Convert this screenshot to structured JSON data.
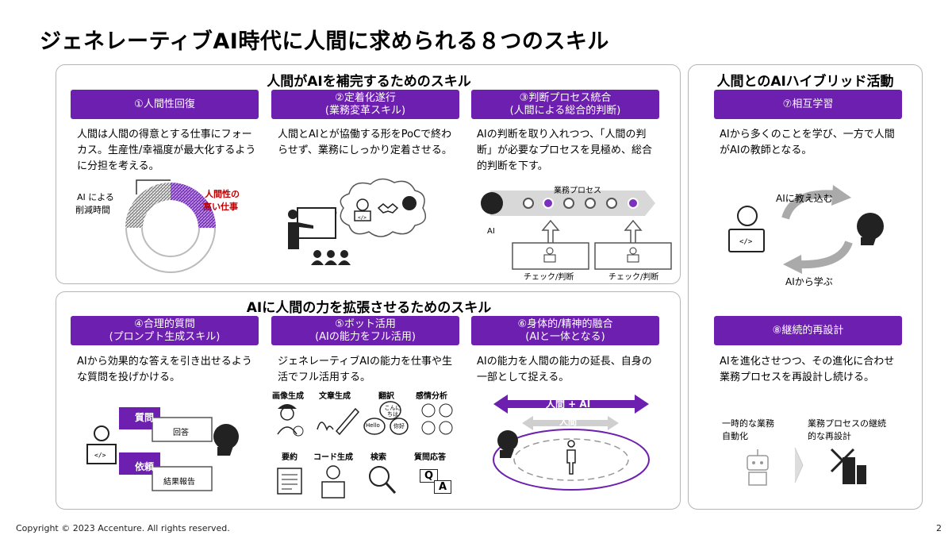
{
  "title": "ジェネレーティブAI時代に人間に求められる８つのスキル",
  "groups": {
    "complement": "人間がAIを補完するためのスキル",
    "hybrid": "人間とのAIハイブリッド活動",
    "extend": "AIに人間の力を拡張させるためのスキル"
  },
  "skills": [
    {
      "header": [
        "①人間性回復"
      ],
      "desc": "人間は人間の得意とする仕事にフォーカス。生産性/幸福度が最大化するように分担を考える。"
    },
    {
      "header": [
        "②定着化遂行",
        "(業務変革スキル)"
      ],
      "desc": "人間とAIとが協働する形をPoCで終わらせず、業務にしっかり定着させる。"
    },
    {
      "header": [
        "③判断プロセス統合",
        "(人間による総合的判断)"
      ],
      "desc": "AIの判断を取り入れつつ、「人間の判断」が必要なプロセスを見極め、総合的判断を下す。"
    },
    {
      "header": [
        "④合理的質問",
        "(プロンプト生成スキル)"
      ],
      "desc": "AIから効果的な答えを引き出せるような質問を投げかける。"
    },
    {
      "header": [
        "⑤ボット活用",
        "(AIの能力をフル活用)"
      ],
      "desc": "ジェネレーティブAIの能力を仕事や生活でフル活用する。"
    },
    {
      "header": [
        "⑥身体的/精神的融合",
        "(AIと一体となる)"
      ],
      "desc": "AIの能力を人間の能力の延長、自身の一部として捉える。"
    },
    {
      "header": [
        "⑦相互学習"
      ],
      "desc": "AIから多くのことを学び、一方で人間がAIの教師となる。"
    },
    {
      "header": [
        "⑧継続的再設計"
      ],
      "desc": "AIを進化させつつ、その進化に合わせ業務プロセスを再設計し続ける。"
    }
  ],
  "donut": {
    "left_label_1": "AI による",
    "left_label_2": "削減時間",
    "right_label_1": "人間性の",
    "right_label_2": "高い仕事",
    "accent": "#c00000",
    "purple": "#7b2fc0"
  },
  "process": {
    "label": "業務プロセス",
    "ai_label": "AI",
    "check_1": "チェック/判断",
    "check_2": "チェック/判断"
  },
  "qa": {
    "q1": "質問",
    "a1": "回答",
    "q2": "依頼",
    "a2": "結果報告"
  },
  "bot_uses": [
    "画像生成",
    "文章生成",
    "翻訳",
    "感情分析",
    "要約",
    "コード生成",
    "検索",
    "質問応答"
  ],
  "translate_bubbles": [
    "こんに ちは",
    "Hello",
    "你好"
  ],
  "qa_icon": [
    "Q",
    "A"
  ],
  "fusion": {
    "outer": "人間 + AI",
    "inner": "人間"
  },
  "mutual": {
    "teach": "AIに教え込む",
    "learn": "AIから学ぶ"
  },
  "redesign": {
    "left_1": "一時的な業務",
    "left_2": "自動化",
    "right_1": "業務プロセスの継続",
    "right_2": "的な再設計"
  },
  "footer": "Copyright © 2023 Accenture. All rights reserved.",
  "page": "2"
}
